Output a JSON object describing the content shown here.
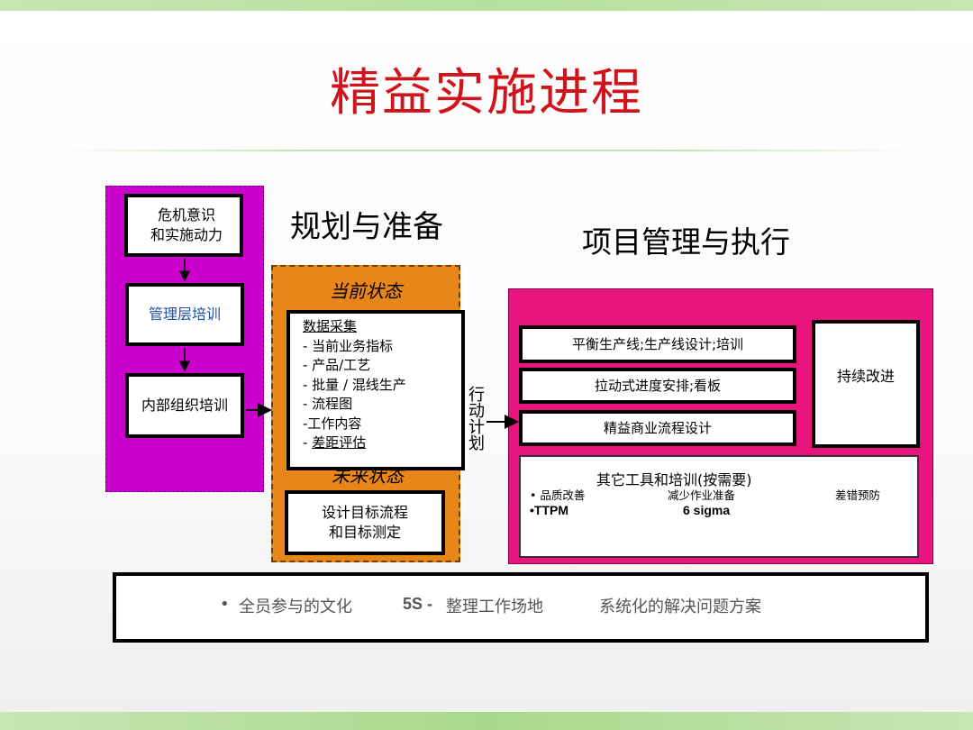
{
  "title": "精益实施进程",
  "sections": {
    "planning": "规划与准备",
    "execution": "项目管理与执行"
  },
  "left_column": {
    "box1_line1": "危机意识",
    "box1_line2": "和实施动力",
    "box2": "管理层培训",
    "box3": "内部组织培训"
  },
  "current_state": {
    "label": "当前状态",
    "items": [
      "数据采集",
      "-  当前业务指标",
      "-  产品/工艺",
      "-  批量 / 混线生产",
      "-  流程图",
      "-工作内容",
      "-",
      "差距评估"
    ]
  },
  "future_state": {
    "label": "未来状态",
    "box_line1": "设计目标流程",
    "box_line2": "和目标测定"
  },
  "action_plan": "行动计划",
  "execution_boxes": [
    "平衡生产线;生产线设计;培训",
    "拉动式进度安排;看板",
    "精益商业流程设计"
  ],
  "continuous_improvement": "持续改进",
  "other_tools": {
    "title": "其它工具和培训(按需要)",
    "item1": "• 品质改善",
    "item2": "减少作业准备",
    "item3": "差错预防",
    "item4": "•TTPM",
    "item5": "6 sigma"
  },
  "foundation": {
    "bullet": "•",
    "item1": "全员参与的文化",
    "item2_prefix": "5S -",
    "item2_text": "整理工作场地",
    "item3": "系统化的解决问题方案"
  },
  "colors": {
    "title": "#d0141c",
    "left_panel": "#cc00cc",
    "middle_panel": "#e8861a",
    "right_panel": "#e8157f",
    "mgmt_training_text": "#1f4fa8",
    "foundation_text": "#555555"
  }
}
